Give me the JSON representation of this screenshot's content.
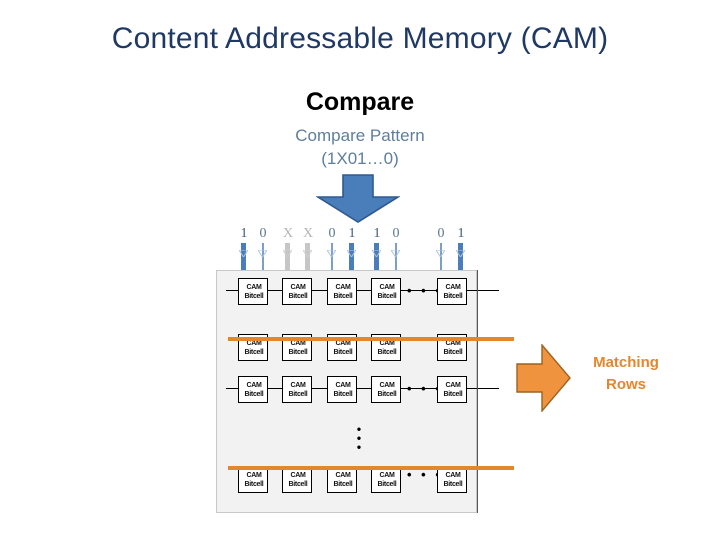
{
  "slide": {
    "title": "Content Addressable Memory (CAM)"
  },
  "compare": {
    "heading": "Compare",
    "pattern_label": "Compare Pattern",
    "pattern_value": "(1X01…0)",
    "arrow_icon": "arrow-down-icon",
    "arrow_color": "#4A7EBB",
    "arrow_border_color": "#2E5A8E"
  },
  "bitlines": {
    "groups": [
      {
        "name": "col-0",
        "bits": [
          {
            "value": "1",
            "style": "one",
            "line": "strong"
          },
          {
            "value": "0",
            "style": "zero",
            "line": "weak"
          }
        ]
      },
      {
        "name": "col-1",
        "bits": [
          {
            "value": "X",
            "style": "xmask",
            "line": "mask"
          },
          {
            "value": "X",
            "style": "xmask",
            "line": "mask"
          }
        ]
      },
      {
        "name": "col-2",
        "bits": [
          {
            "value": "0",
            "style": "zero",
            "line": "weak"
          },
          {
            "value": "1",
            "style": "one",
            "line": "strong"
          }
        ]
      },
      {
        "name": "col-3",
        "bits": [
          {
            "value": "1",
            "style": "one",
            "line": "strong"
          },
          {
            "value": "0",
            "style": "zero",
            "line": "weak"
          }
        ]
      },
      {
        "name": "col-4",
        "bits": [
          {
            "value": "0",
            "style": "zero",
            "line": "weak"
          },
          {
            "value": "1",
            "style": "one",
            "line": "strong"
          }
        ]
      }
    ]
  },
  "array": {
    "cell_line1": "CAM",
    "cell_line2": "Bitcell",
    "row_count": 4,
    "column_count": 5,
    "horizontal_ellipsis": "• • •",
    "vertical_ellipsis": "•\n•\n•",
    "panel_color": "#F2F2F2",
    "matched_rows": [
      2,
      4
    ]
  },
  "matching": {
    "arrow_icon": "arrow-right-icon",
    "arrow_color": "#F0933E",
    "arrow_border_color": "#9C6222",
    "label_line1": "Matching",
    "label_line2": "Rows",
    "label_color": "#E3872F",
    "match_line_color": "#E3872F"
  }
}
